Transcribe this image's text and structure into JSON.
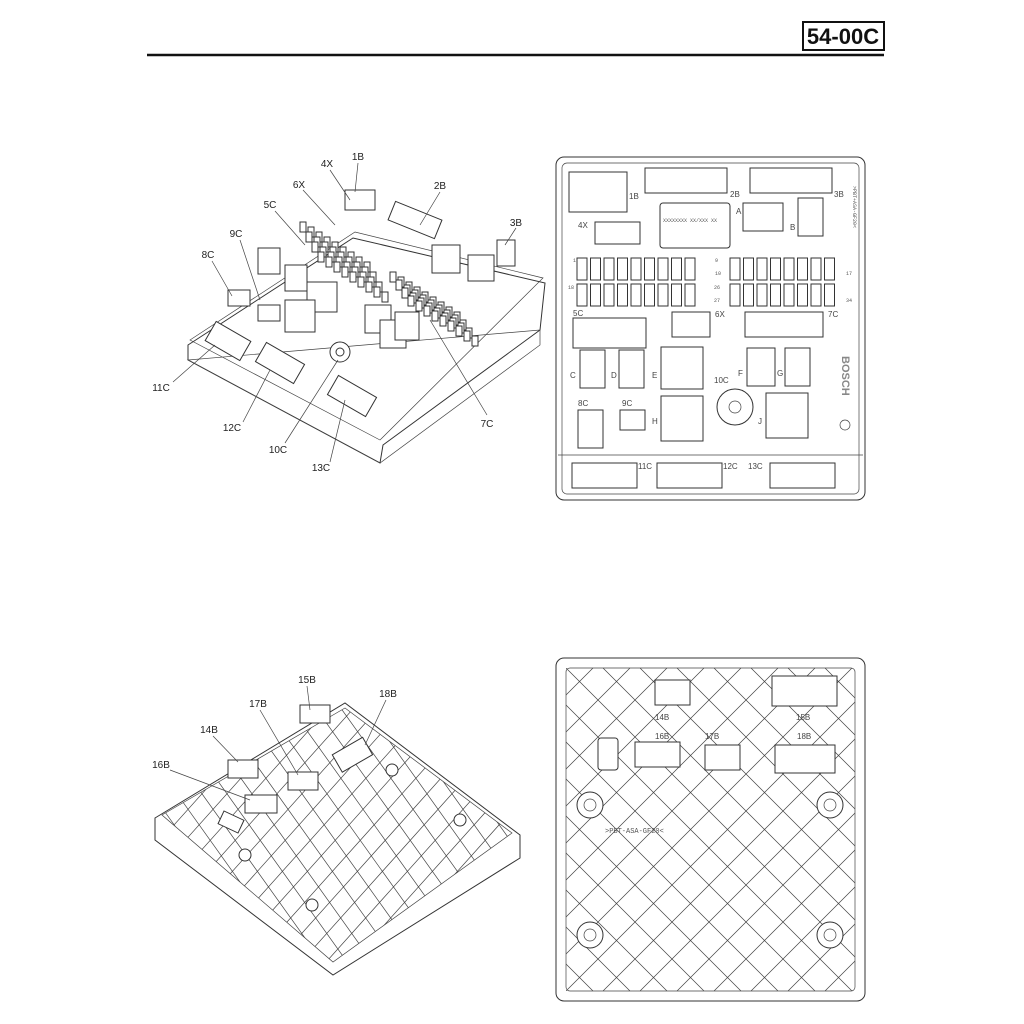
{
  "header": {
    "section_code": "54-00C"
  },
  "top_left_view": {
    "callouts": [
      "1B",
      "4X",
      "2B",
      "6X",
      "5C",
      "3B",
      "9C",
      "8C",
      "11C",
      "12C",
      "10C",
      "13C",
      "7C"
    ]
  },
  "top_right_view": {
    "connectors": [
      "1B",
      "2B",
      "3B",
      "4X",
      "5C",
      "6X",
      "7C",
      "8C",
      "9C",
      "10C",
      "11C",
      "12C",
      "13C"
    ],
    "relays": [
      "A",
      "B",
      "C",
      "D",
      "E",
      "F",
      "G",
      "H",
      "J"
    ],
    "fuse_numbers": [
      "1",
      "9",
      "10",
      "17",
      "18",
      "26",
      "27",
      "34"
    ],
    "material_mark": ">PBT+ASA-GF20<",
    "brand": "BOSCH",
    "label_text": "XXXXXXXX XX/XXX XX"
  },
  "bottom_left_view": {
    "callouts": [
      "15B",
      "18B",
      "17B",
      "14B",
      "16B"
    ]
  },
  "bottom_right_view": {
    "connectors": [
      "14B",
      "15B",
      "16B",
      "17B",
      "18B"
    ],
    "material_mark": ">PBT-ASA-GF20<"
  }
}
